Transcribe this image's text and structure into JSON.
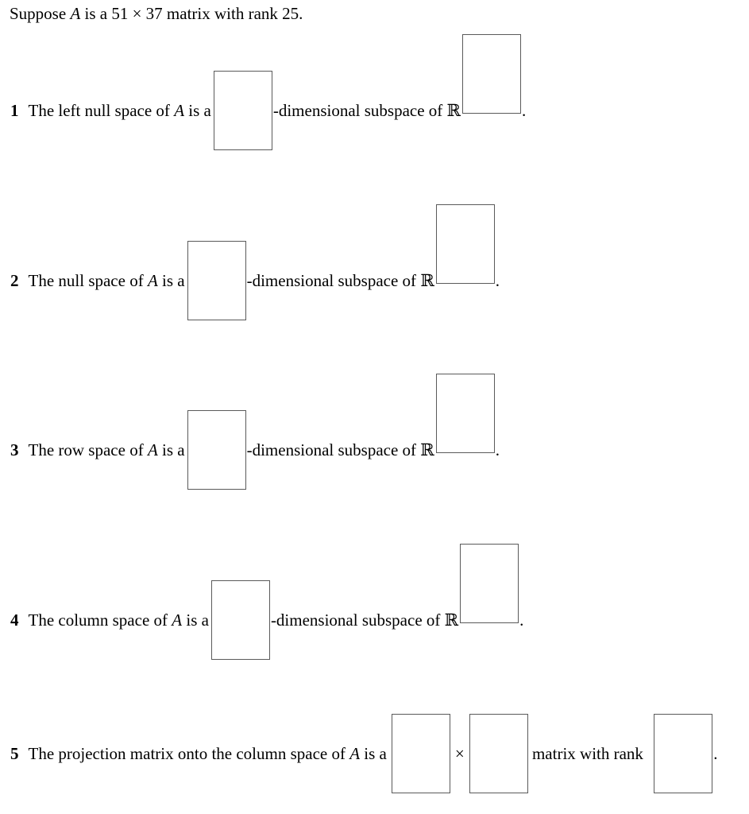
{
  "colors": {
    "background": "#ffffff",
    "text": "#000000",
    "box_border": "#5a5a5a"
  },
  "intro": {
    "pre": "Suppose ",
    "var": "A",
    "post": " is a 51 × 37 matrix with rank 25."
  },
  "items": [
    {
      "num": "1",
      "pre": "The left null space of ",
      "var": "A",
      "mid": " is a",
      "post": "-dimensional subspace of ",
      "r": "ℝ",
      "end": "."
    },
    {
      "num": "2",
      "pre": "The null space of ",
      "var": "A",
      "mid": " is a",
      "post": "-dimensional subspace of ",
      "r": "ℝ",
      "end": "."
    },
    {
      "num": "3",
      "pre": "The row space of ",
      "var": "A",
      "mid": " is a",
      "post": "-dimensional subspace of ",
      "r": "ℝ",
      "end": "."
    },
    {
      "num": "4",
      "pre": "The column space of ",
      "var": "A",
      "mid": " is a",
      "post": "-dimensional subspace of ",
      "r": "ℝ",
      "end": "."
    },
    {
      "num": "5",
      "pre": "The projection matrix onto the column space of ",
      "var": "A",
      "mid": " is a",
      "times": "×",
      "post": " matrix with rank ",
      "end": "."
    }
  ]
}
